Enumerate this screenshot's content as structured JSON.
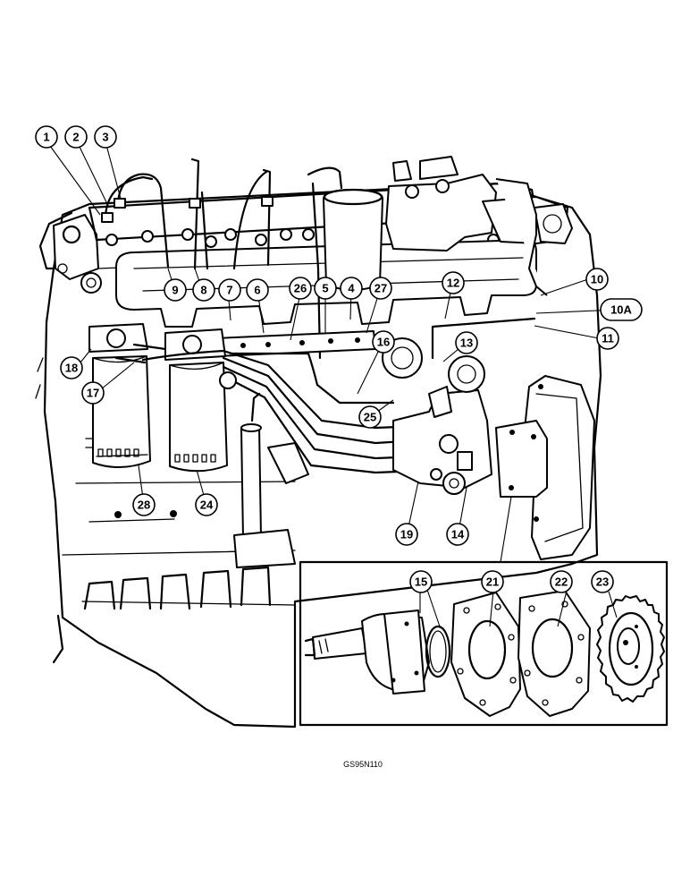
{
  "figure": {
    "reference_code": "GS95N110"
  },
  "callouts": {
    "c1": "1",
    "c2": "2",
    "c3": "3",
    "c4": "4",
    "c5": "5",
    "c6": "6",
    "c7": "7",
    "c8": "8",
    "c9": "9",
    "c10": "10",
    "c10a": "10A",
    "c11": "11",
    "c12": "12",
    "c13": "13",
    "c14": "14",
    "c15": "15",
    "c16": "16",
    "c17": "17",
    "c18": "18",
    "c19": "19",
    "c21": "21",
    "c22": "22",
    "c23": "23",
    "c24": "24",
    "c25": "25",
    "c26": "26",
    "c27": "27",
    "c28": "28"
  }
}
